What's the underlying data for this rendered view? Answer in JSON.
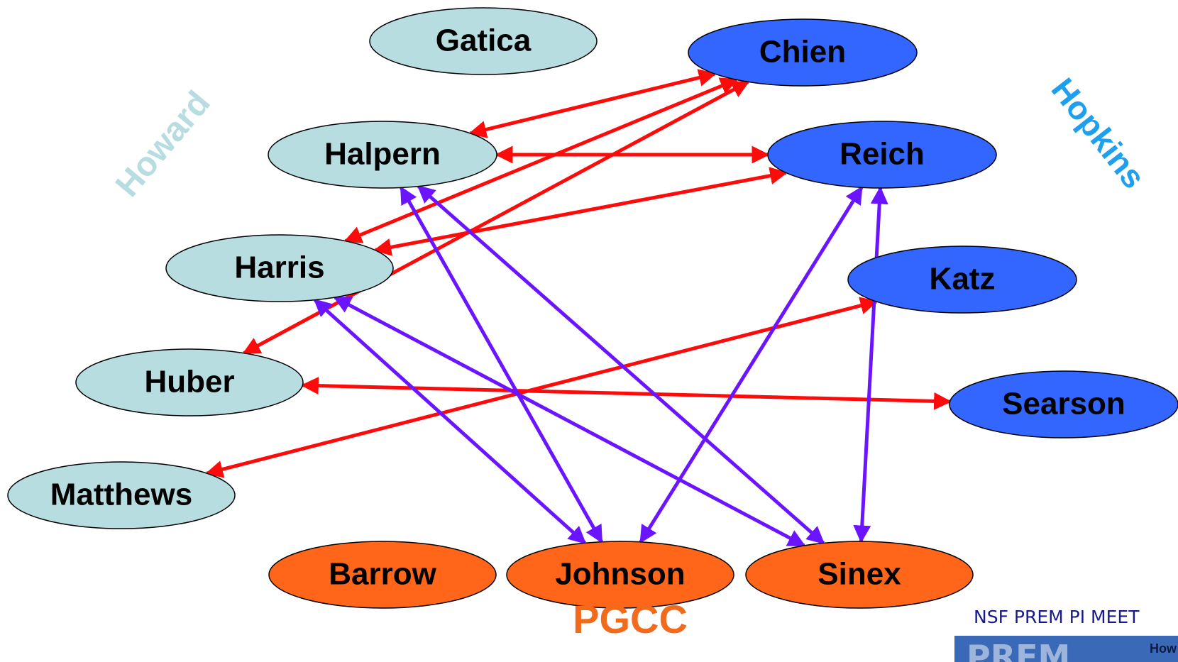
{
  "groups": {
    "howard": {
      "label": "Howard",
      "color": "#b7dde1"
    },
    "hopkins": {
      "label": "Hopkins",
      "color": "#1ea0ee"
    },
    "pgcc": {
      "label": "PGCC",
      "color": "#f26a1b"
    }
  },
  "nodes": [
    {
      "id": "gatica",
      "label": "Gatica",
      "group": "howard"
    },
    {
      "id": "halpern",
      "label": "Halpern",
      "group": "howard"
    },
    {
      "id": "harris",
      "label": "Harris",
      "group": "howard"
    },
    {
      "id": "huber",
      "label": "Huber",
      "group": "howard"
    },
    {
      "id": "matthews",
      "label": "Matthews",
      "group": "howard"
    },
    {
      "id": "chien",
      "label": "Chien",
      "group": "hopkins"
    },
    {
      "id": "reich",
      "label": "Reich",
      "group": "hopkins"
    },
    {
      "id": "katz",
      "label": "Katz",
      "group": "hopkins"
    },
    {
      "id": "searson",
      "label": "Searson",
      "group": "hopkins"
    },
    {
      "id": "barrow",
      "label": "Barrow",
      "group": "pgcc"
    },
    {
      "id": "johnson",
      "label": "Johnson",
      "group": "pgcc"
    },
    {
      "id": "sinex",
      "label": "Sinex",
      "group": "pgcc"
    }
  ],
  "node_colors": {
    "howard": "#b7dde1",
    "hopkins": "#3366ff",
    "pgcc": "#ff6619"
  },
  "edge_colors": {
    "howard_hopkins": "#ff0a0a",
    "pgcc": "#6b14ff"
  },
  "edges": [
    {
      "from": "halpern",
      "to": "chien",
      "kind": "howard_hopkins"
    },
    {
      "from": "harris",
      "to": "chien",
      "kind": "howard_hopkins"
    },
    {
      "from": "huber",
      "to": "chien",
      "kind": "howard_hopkins"
    },
    {
      "from": "halpern",
      "to": "reich",
      "kind": "howard_hopkins"
    },
    {
      "from": "harris",
      "to": "reich",
      "kind": "howard_hopkins"
    },
    {
      "from": "matthews",
      "to": "katz",
      "kind": "howard_hopkins"
    },
    {
      "from": "huber",
      "to": "searson",
      "kind": "howard_hopkins"
    },
    {
      "from": "halpern",
      "to": "johnson",
      "kind": "pgcc"
    },
    {
      "from": "halpern",
      "to": "sinex",
      "kind": "pgcc"
    },
    {
      "from": "harris",
      "to": "johnson",
      "kind": "pgcc"
    },
    {
      "from": "harris",
      "to": "sinex",
      "kind": "pgcc"
    },
    {
      "from": "reich",
      "to": "johnson",
      "kind": "pgcc"
    },
    {
      "from": "reich",
      "to": "sinex",
      "kind": "pgcc"
    }
  ],
  "footer": {
    "text": "NSF PREM PI MEET",
    "logo_text": "PREM",
    "logo_caption": "How"
  }
}
